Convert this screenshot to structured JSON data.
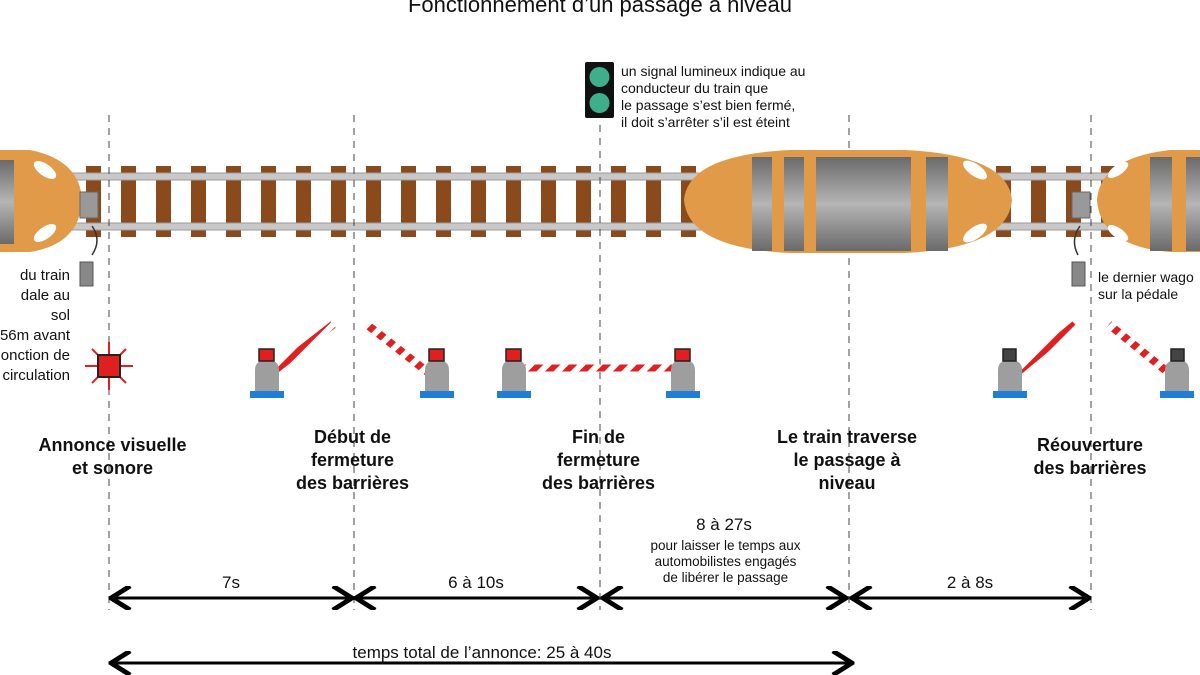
{
  "title": "Fonctionnement d’un passage à niveau",
  "signal_note": "un signal lumineux indique au\nconducteur du train que\nle passage s’est bien fermé,\nil doit s’arrêter s’il est éteint",
  "left_note": "du train\ndale au sol\n56m avant\nonction de\ncirculation",
  "right_note": "le dernier wago\nsur la pédale",
  "stages": [
    {
      "label": "Annonce visuelle\net sonore"
    },
    {
      "label": "Début de\nfermeture\ndes barrières"
    },
    {
      "label": "Fin de\nfermeture\ndes barrières"
    },
    {
      "label": "Le train traverse\nle passage à\nniveau"
    },
    {
      "label": "Réouverture\ndes barrières"
    }
  ],
  "durations": [
    {
      "value": "7s"
    },
    {
      "value": "6 à 10s"
    },
    {
      "value": "8 à 27s",
      "note": "pour laisser le temps aux\nautomobilistes engagés\nde libérer le passage"
    },
    {
      "value": "2 à 8s"
    }
  ],
  "total": "temps total de l’annonce: 25 à 40s",
  "colors": {
    "train": "#e09a48",
    "rail": "#c8c8c8",
    "sleeper": "#8b4a1c",
    "barrier_red": "#e02020",
    "signal_green": "#3fae8a",
    "base_blue": "#1f7fd8"
  }
}
